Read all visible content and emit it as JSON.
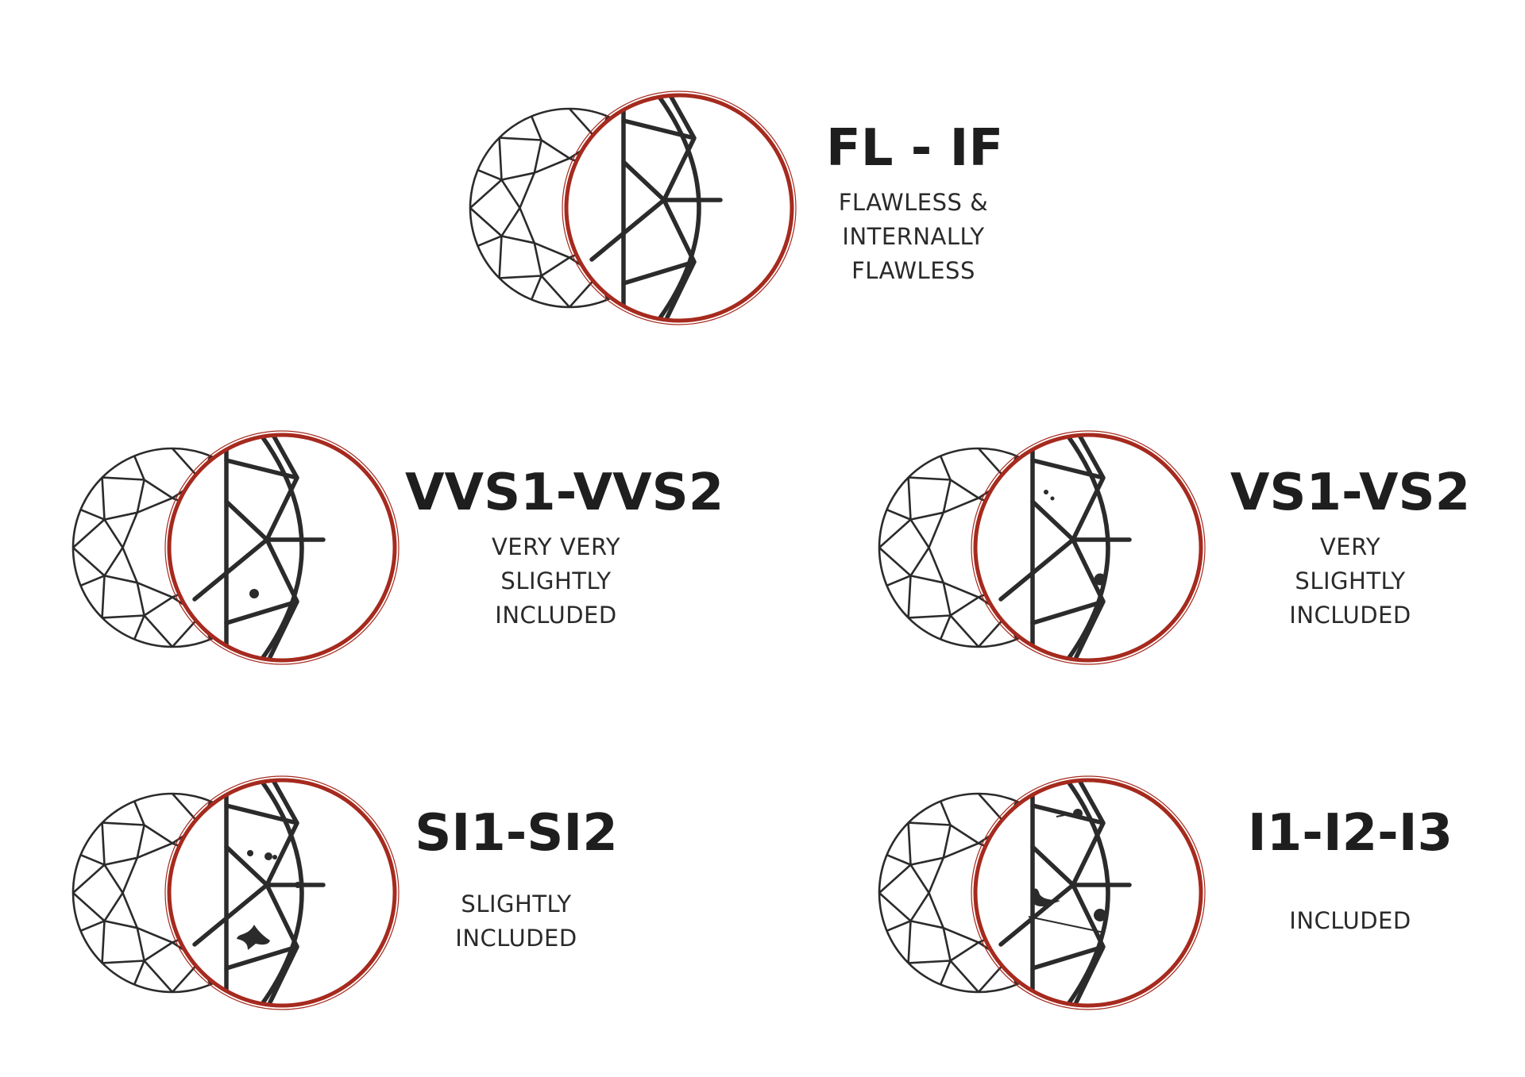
{
  "colors": {
    "outline": "#2b2b2b",
    "loupe": "#a62a1e",
    "text": "#1e1e1e"
  },
  "grades": {
    "fl_if": {
      "title": "FL - IF",
      "lines": [
        "FLAWLESS &",
        "INTERNALLY",
        "FLAWLESS"
      ],
      "inclusions": []
    },
    "vvs": {
      "title": "VVS1-VVS2",
      "lines": [
        "VERY VERY",
        "SLIGHTLY",
        "INCLUDED"
      ],
      "inclusions": [
        "pinpoint"
      ]
    },
    "vs": {
      "title": "VS1-VS2",
      "lines": [
        "VERY",
        "SLIGHTLY",
        "INCLUDED"
      ],
      "inclusions": [
        "pinpoint",
        "crystal"
      ]
    },
    "si": {
      "title": "SI1-SI2",
      "lines": [
        "SLIGHTLY",
        "INCLUDED"
      ],
      "inclusions": [
        "pinpoints",
        "feather"
      ]
    },
    "i": {
      "title": "I1-I2-I3",
      "lines": [
        "INCLUDED"
      ],
      "inclusions": [
        "crystals",
        "feather",
        "cloud"
      ]
    }
  }
}
